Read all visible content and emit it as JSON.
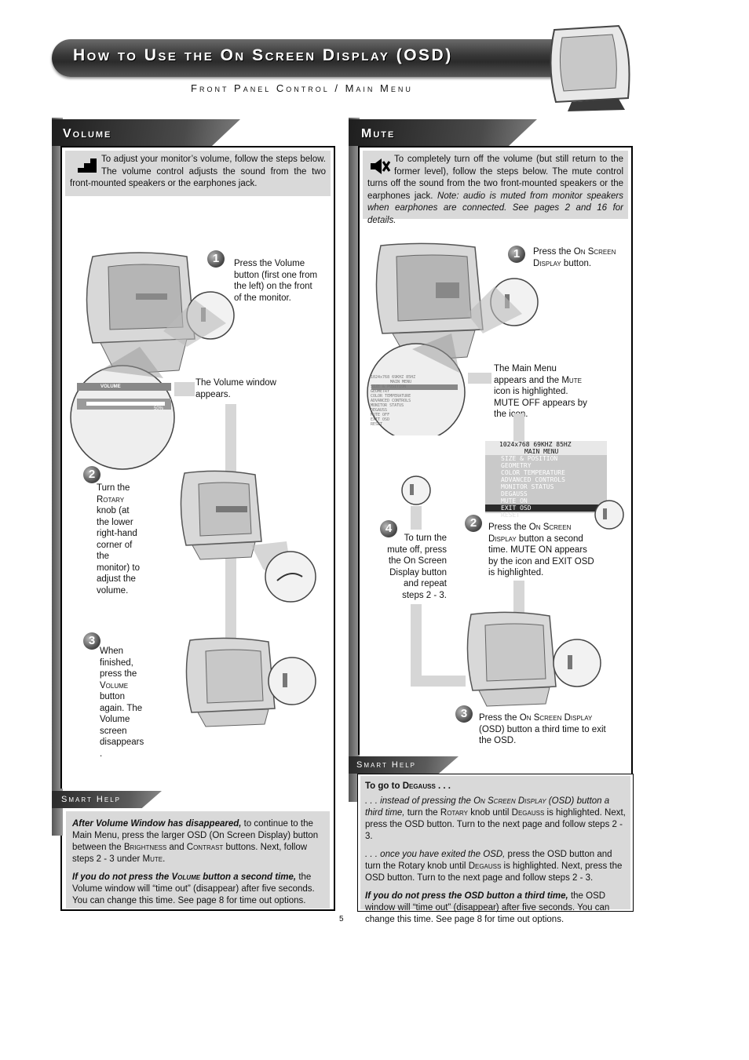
{
  "header": {
    "title": "How to Use the On Screen Display (OSD)",
    "subtitle": "Front Panel Control / Main Menu"
  },
  "volume": {
    "tab": "Volume",
    "intro": "To adjust your monitor’s volume, follow the steps below. The volume control adjusts the sound from the two front-mounted speakers or the earphones jack.",
    "step1_num": "1",
    "step1": "Press the Volume button (first one from the left) on the front of the monitor.",
    "osd_caption": "The Volume window appears.",
    "osd_title": "VOLUME",
    "osd_value": "50%",
    "step2_num": "2",
    "step2_a": "Turn the",
    "step2_sc": "Rotary",
    "step2_b": " knob (at the lower right-hand corner of the monitor) to adjust the volume.",
    "step3_num": "3",
    "step3_a": "When finished, press the ",
    "step3_sc": "Volume",
    "step3_b": " button again. The Volume screen disappears",
    "step3_c": "."
  },
  "mute": {
    "tab": "Mute",
    "intro": "To completely turn off the volume (but still return to the former level), follow the steps below. The mute control turns off the sound from the two front-mounted speakers or the earphones jack.",
    "intro_note": "Note: audio is muted from monitor speakers when earphones are connected. See pages 2 and 16 for details.",
    "step1_num": "1",
    "step1_a": "Press the ",
    "step1_sc": "On Screen Display",
    "step1_b": " button.",
    "menu_caption_a": "The Main Menu appears and the ",
    "menu_caption_sc": "Mute",
    "menu_caption_b": " icon is highlighted. MUTE OFF appears by the icon.",
    "step2_num": "2",
    "step2_a": "Press the ",
    "step2_sc": "On Screen Display",
    "step2_b": " button a second time. MUTE ON appears by the icon and EXIT OSD is highlighted.",
    "step3_num": "3",
    "step3_a": "Press the ",
    "step3_sc": "On Screen Display",
    "step3_b": " (OSD) button a third time to exit the OSD.",
    "step4_num": "4",
    "step4": "To turn the mute off, press the On Screen Display button and repeat steps 2 - 3.",
    "osd_menu": {
      "resolution": "1024x768   69KHZ 85HZ",
      "title": "MAIN MENU",
      "items": [
        "SIZE & POSITION",
        "GEOMETRY",
        "COLOR TEMPERATURE",
        "ADVANCED CONTROLS",
        "MONITOR STATUS",
        "DEGAUSS",
        "MUTE ON",
        "EXIT OSD",
        "RESET"
      ]
    },
    "osd_small": {
      "resolution": "1024x768  69KHZ 85HZ",
      "title": "MAIN MENU",
      "items": [
        "SIZE & POSITION",
        "GEOMETRY",
        "COLOR TEMPERATURE",
        "ADVANCED CONTROLS",
        "MONITOR STATUS",
        "DEGAUSS",
        "MUTE OFF",
        "EXIT OSD",
        "RESET"
      ]
    }
  },
  "smart_help_left": {
    "tab": "Smart Help",
    "p1_bold": "After Volume Window has disappeared,",
    "p1_a": " to continue to the Main Menu, press the larger OSD (On Screen Display) button between the ",
    "p1_sc1": "Brightness",
    "p1_b": " and ",
    "p1_sc2": "Contrast",
    "p1_c": " buttons. Next, follow steps 2 - 3 under ",
    "p1_sc3": "Mute",
    "p1_d": ".",
    "p2_bold_a": "If you do not press the ",
    "p2_bold_sc": "Volume",
    "p2_bold_b": " button a second time,",
    "p2_rest": " the Volume window will “time out” (disappear) after five seconds. You can change this time. See page 8 for time out options."
  },
  "smart_help_right": {
    "tab": "Smart Help",
    "heading_a": "To go to ",
    "heading_sc": "Degauss",
    "heading_b": " . . .",
    "p1_it_a": ". . . instead of pressing the ",
    "p1_it_sc": "On Screen Display",
    "p1_it_b": " (OSD) button a third time,",
    "p1_a": " turn the ",
    "p1_sc1": "Rotary",
    "p1_b": " knob until ",
    "p1_sc2": "Degauss",
    "p1_c": " is highlighted. Next, press the OSD button. Turn to the next page and follow steps 2 - 3.",
    "p2_it": ". . . once you have exited the OSD,",
    "p2_a": " press the OSD button and turn the Rotary knob until ",
    "p2_sc": "Degauss",
    "p2_b": " is highlighted. Next, press the OSD button. Turn to the next page and follow steps 2 - 3.",
    "p3_bold": "If you do not press the OSD button a third time,",
    "p3_rest": " the OSD window will “time out” (disappear) after five seconds. You can change this time. See page 8 for time out options."
  },
  "page_number": "5"
}
